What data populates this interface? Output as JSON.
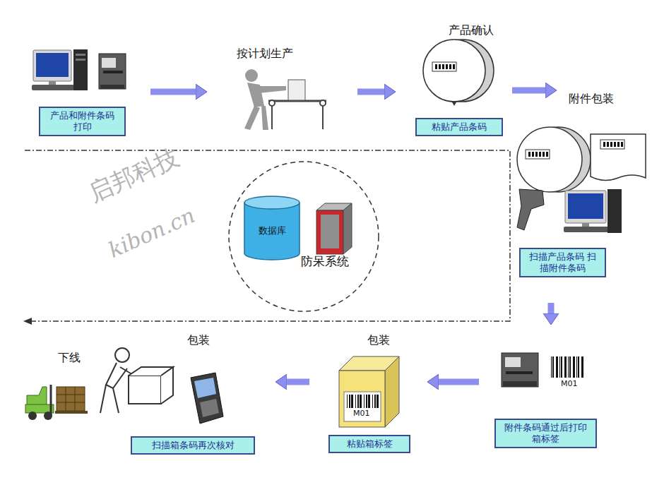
{
  "diagram": {
    "nodes": [
      {
        "text": [
          "产品和附件条码打印"
        ]
      },
      {
        "text": [
          "按计划生产"
        ]
      },
      {
        "text": [
          "产品确认",
          "粘贴产品条码"
        ]
      },
      {
        "text": [
          "附件包装"
        ]
      },
      {
        "text": [
          "扫描产品条码 扫描附件条码"
        ]
      },
      {
        "text": [
          "附件条码通过后打印箱标签"
        ]
      },
      {
        "text": [
          "包装",
          "粘贴箱标签"
        ]
      },
      {
        "text": [
          "包装",
          "扫描箱条码再次核对"
        ]
      },
      {
        "text": [
          "下线"
        ]
      },
      {
        "text": [
          "防呆系统"
        ]
      },
      {
        "text": [
          "数据库"
        ],
        "in": 9
      }
    ],
    "edges": [
      {
        "from": 0,
        "to": 1,
        "arrow": "to"
      },
      {
        "from": 1,
        "to": 2,
        "arrow": "to"
      },
      {
        "from": 2,
        "to": 3,
        "arrow": "to"
      },
      {
        "from": 4,
        "to": 5,
        "arrow": "to"
      },
      {
        "from": 5,
        "to": 6,
        "arrow": "to"
      },
      {
        "from": 6,
        "to": 7,
        "arrow": "to"
      }
    ],
    "labels": [
      "M01",
      "M01",
      "启邦科技",
      "kibon.cn"
    ]
  }
}
